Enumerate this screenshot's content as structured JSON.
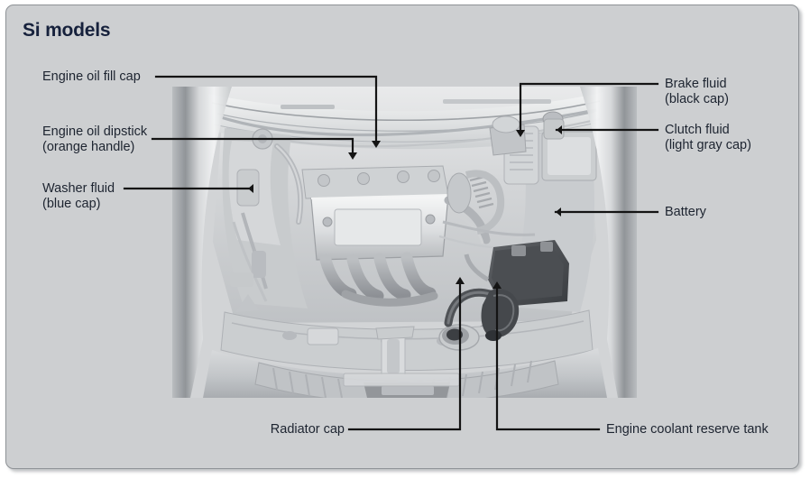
{
  "panel": {
    "title": "Si models",
    "background_color": "#cdcfd1",
    "border_color": "#8e9296",
    "title_color": "#16213c"
  },
  "figure": {
    "description": "Engine compartment overhead photo of a Honda Civic Si with fluid service points labeled",
    "line_color": "#1a1a1a",
    "marker_color": "#2b2b2b"
  },
  "callouts": [
    {
      "id": "engine-oil-fill-cap",
      "line1": "Engine oil fill cap",
      "line2": "",
      "side": "left"
    },
    {
      "id": "engine-oil-dipstick",
      "line1": "Engine oil dipstick",
      "line2": "(orange handle)",
      "side": "left"
    },
    {
      "id": "washer-fluid",
      "line1": "Washer fluid",
      "line2": "(blue cap)",
      "side": "left"
    },
    {
      "id": "brake-fluid",
      "line1": "Brake fluid",
      "line2": "(black cap)",
      "side": "right"
    },
    {
      "id": "clutch-fluid",
      "line1": "Clutch fluid",
      "line2": "(light gray cap)",
      "side": "right"
    },
    {
      "id": "battery",
      "line1": "Battery",
      "line2": "",
      "side": "right"
    },
    {
      "id": "radiator-cap",
      "line1": "Radiator cap",
      "line2": "",
      "side": "bottom-left"
    },
    {
      "id": "engine-coolant-reserve-tank",
      "line1": "Engine coolant reserve tank",
      "line2": "",
      "side": "bottom-right"
    }
  ]
}
